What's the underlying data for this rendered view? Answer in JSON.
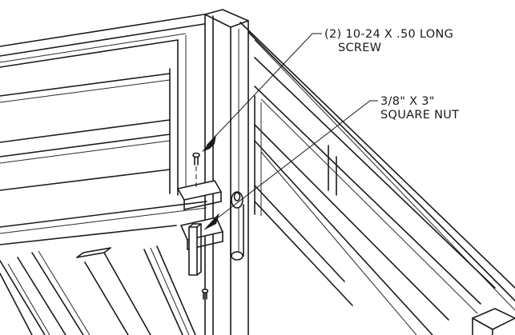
{
  "callouts": {
    "screw_line1": "(2) 10-24 X .50 LONG",
    "screw_line2": "SCREW",
    "nut_line1": "3/8\" X 3\"",
    "nut_line2": "SQUARE NUT"
  }
}
